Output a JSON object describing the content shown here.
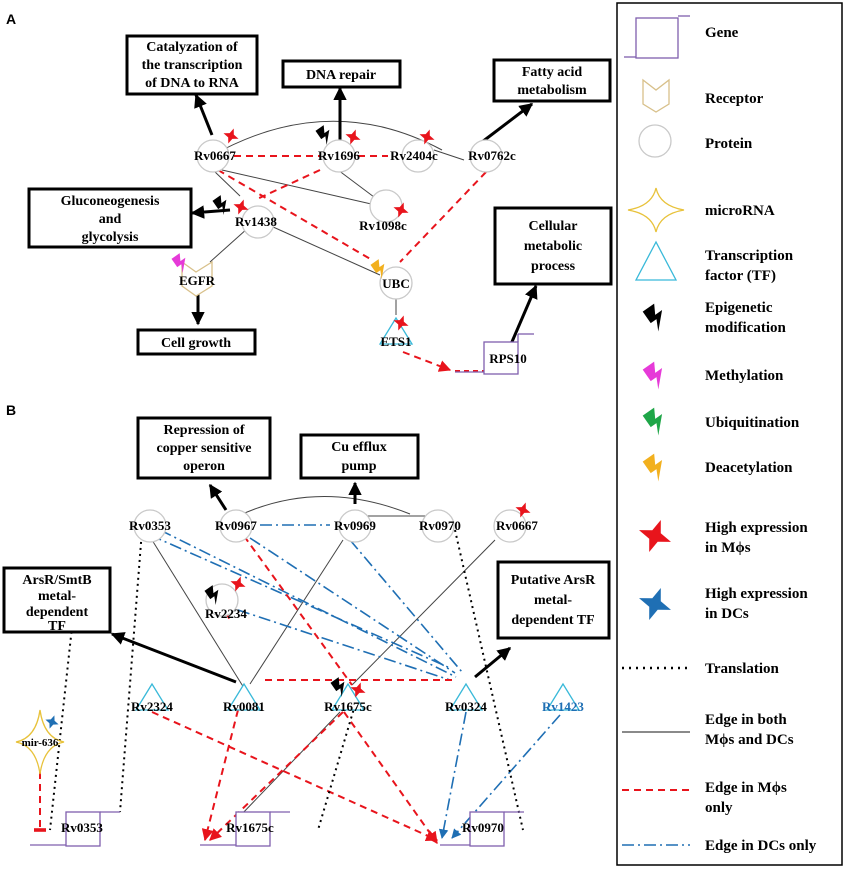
{
  "panels": {
    "a": "A",
    "b": "B"
  },
  "boxes_a": {
    "catalyzation": [
      "Catalyzation of",
      "the transcription",
      "of DNA to RNA"
    ],
    "dna_repair": [
      "DNA repair"
    ],
    "fatty_acid": [
      "Fatty acid",
      "metabolism"
    ],
    "gluconeogenesis": [
      "Gluconeogenesis",
      "and",
      "glycolysis"
    ],
    "cellular": [
      "Cellular",
      "metabolic",
      "process"
    ],
    "cell_growth": [
      "Cell growth"
    ]
  },
  "nodes_a": {
    "rv0667": "Rv0667",
    "rv1696": "Rv1696",
    "rv2404c": "Rv2404c",
    "rv0762c": "Rv0762c",
    "rv1438": "Rv1438",
    "rv1098c": "Rv1098c",
    "egfr": "EGFR",
    "ubc": "UBC",
    "ets1": "ETS1",
    "rps10": "RPS10"
  },
  "boxes_b": {
    "repression": [
      "Repression of",
      "copper sensitive",
      "operon"
    ],
    "cu_efflux": [
      "Cu efflux",
      "pump"
    ],
    "arsr_smtb": [
      "ArsR/SmtB",
      "metal-",
      "dependent",
      "TF"
    ],
    "putative": [
      "Putative ArsR",
      "metal-",
      "dependent TF"
    ]
  },
  "nodes_b": {
    "rv0353": "Rv0353",
    "rv0967": "Rv0967",
    "rv0969": "Rv0969",
    "rv0970": "Rv0970",
    "rv0667": "Rv0667",
    "rv2234": "Rv2234",
    "rv2324": "Rv2324",
    "rv0081": "Rv0081",
    "rv1675c": "Rv1675c",
    "rv0324": "Rv0324",
    "rv1423": "Rv1423",
    "mir636": "mir-636",
    "gene_rv0353": "Rv0353",
    "gene_rv1675c": "Rv1675c",
    "gene_rv0970": "Rv0970"
  },
  "legend": {
    "gene": [
      "Gene"
    ],
    "receptor": [
      "Receptor"
    ],
    "protein": [
      "Protein"
    ],
    "microrna": [
      "microRNA"
    ],
    "tf": [
      "Transcription",
      "factor (TF)"
    ],
    "epigenetic": [
      "Epigenetic",
      "modification"
    ],
    "methylation": [
      "Methylation"
    ],
    "ubiquitination": [
      "Ubiquitination"
    ],
    "deacetylation": [
      "Deacetylation"
    ],
    "high_mphi": [
      "High expression",
      "in Mϕs"
    ],
    "high_dc": [
      "High expression",
      "in DCs"
    ],
    "translation": [
      "Translation"
    ],
    "edge_both": [
      "Edge in both",
      "Mϕs and DCs"
    ],
    "edge_mphi": [
      "Edge in Mϕs",
      "only"
    ],
    "edge_dc": [
      "Edge in DCs only"
    ]
  },
  "colors": {
    "red": "#e8141c",
    "blue": "#1f6fb4",
    "gene_purple": "#7f5fae",
    "receptor_tan": "#d8c08a",
    "mirna_gold": "#e8c23a",
    "tf_cyan": "#39b9d9",
    "methylation": "#e63ad8",
    "ubiquitination": "#1fa648",
    "deacetylation": "#f2b01e"
  }
}
